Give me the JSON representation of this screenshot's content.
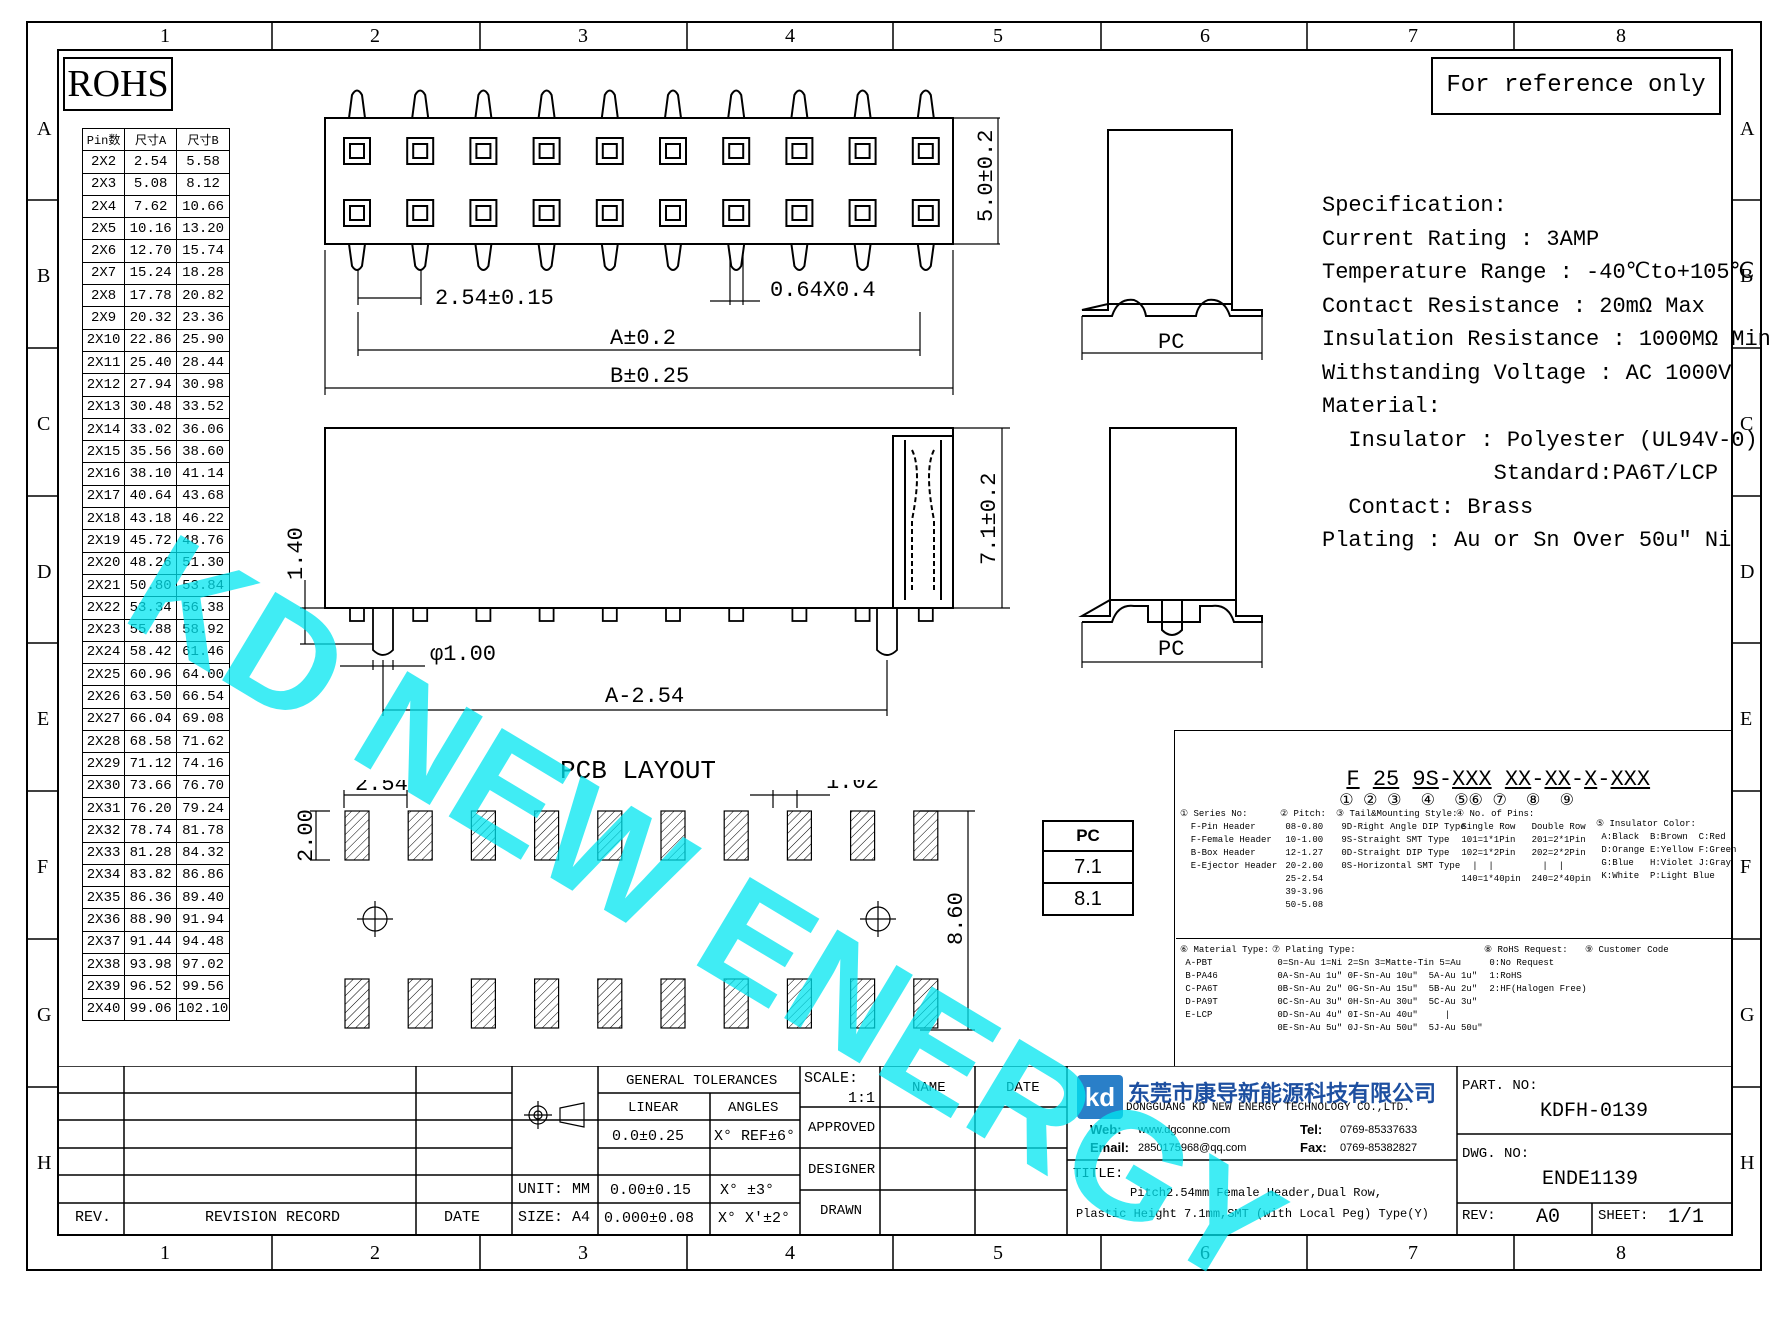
{
  "drawing": {
    "col_labels": [
      "1",
      "2",
      "3",
      "4",
      "5",
      "6",
      "7",
      "8"
    ],
    "row_labels": [
      "A",
      "B",
      "C",
      "D",
      "E",
      "F",
      "G",
      "H"
    ],
    "rohs": "ROHS",
    "reference": "For reference only",
    "watermark": "KD NEW ENERGY",
    "pcb_layout_title": "PCB LAYOUT",
    "dims": {
      "height_top": "5.0±0.2",
      "pitch": "2.54±0.15",
      "pin_size": "0.64X0.4",
      "a": "A±0.2",
      "b": "B±0.25",
      "height_side": "7.1±0.2",
      "peg_offset": "1.40",
      "peg_dia": "φ1.00",
      "a_minus": "A-2.54",
      "pcb_pitch": "2.54",
      "pad_w": "1.02",
      "pad_h": "2.00",
      "pcb_rows": "8.60",
      "pc_top": "PC",
      "pc_bottom": "PC"
    },
    "pc_table": [
      "PC",
      "7.1",
      "8.1"
    ]
  },
  "pin_table": {
    "headers": [
      "Pin数",
      "尺寸A",
      "尺寸B"
    ],
    "rows": [
      [
        "2X2",
        "2.54",
        "5.58"
      ],
      [
        "2X3",
        "5.08",
        "8.12"
      ],
      [
        "2X4",
        "7.62",
        "10.66"
      ],
      [
        "2X5",
        "10.16",
        "13.20"
      ],
      [
        "2X6",
        "12.70",
        "15.74"
      ],
      [
        "2X7",
        "15.24",
        "18.28"
      ],
      [
        "2X8",
        "17.78",
        "20.82"
      ],
      [
        "2X9",
        "20.32",
        "23.36"
      ],
      [
        "2X10",
        "22.86",
        "25.90"
      ],
      [
        "2X11",
        "25.40",
        "28.44"
      ],
      [
        "2X12",
        "27.94",
        "30.98"
      ],
      [
        "2X13",
        "30.48",
        "33.52"
      ],
      [
        "2X14",
        "33.02",
        "36.06"
      ],
      [
        "2X15",
        "35.56",
        "38.60"
      ],
      [
        "2X16",
        "38.10",
        "41.14"
      ],
      [
        "2X17",
        "40.64",
        "43.68"
      ],
      [
        "2X18",
        "43.18",
        "46.22"
      ],
      [
        "2X19",
        "45.72",
        "48.76"
      ],
      [
        "2X20",
        "48.26",
        "51.30"
      ],
      [
        "2X21",
        "50.80",
        "53.84"
      ],
      [
        "2X22",
        "53.34",
        "56.38"
      ],
      [
        "2X23",
        "55.88",
        "58.92"
      ],
      [
        "2X24",
        "58.42",
        "61.46"
      ],
      [
        "2X25",
        "60.96",
        "64.00"
      ],
      [
        "2X26",
        "63.50",
        "66.54"
      ],
      [
        "2X27",
        "66.04",
        "69.08"
      ],
      [
        "2X28",
        "68.58",
        "71.62"
      ],
      [
        "2X29",
        "71.12",
        "74.16"
      ],
      [
        "2X30",
        "73.66",
        "76.70"
      ],
      [
        "2X31",
        "76.20",
        "79.24"
      ],
      [
        "2X32",
        "78.74",
        "81.78"
      ],
      [
        "2X33",
        "81.28",
        "84.32"
      ],
      [
        "2X34",
        "83.82",
        "86.86"
      ],
      [
        "2X35",
        "86.36",
        "89.40"
      ],
      [
        "2X36",
        "88.90",
        "91.94"
      ],
      [
        "2X37",
        "91.44",
        "94.48"
      ],
      [
        "2X38",
        "93.98",
        "97.02"
      ],
      [
        "2X39",
        "96.52",
        "99.56"
      ],
      [
        "2X40",
        "99.06",
        "102.10"
      ]
    ]
  },
  "spec": {
    "lines": [
      "Specification:",
      "Current Rating : 3AMP",
      "Temperature Range : -40℃to+105℃",
      "Contact Resistance : 20mΩ Max",
      "Insulation Resistance : 1000MΩ Min",
      "Withstanding Voltage : AC 1000V",
      "Material:",
      "  Insulator : Polyester (UL94V-0)",
      "             Standard:PA6T/LCP",
      "  Contact: Brass",
      "Plating : Au or Sn Over 50u\" Ni"
    ]
  },
  "part_code": {
    "segments": [
      "F",
      "25",
      "9S",
      "XXX",
      "X",
      "X",
      "XX",
      "X",
      "XXX"
    ],
    "circles": [
      "①",
      "②",
      "③",
      "④",
      "⑤",
      "⑥",
      "⑦",
      "⑧",
      "⑨"
    ],
    "blocks": [
      "① Series No:\n  F-Pin Header\n  F-Female Header\n  B-Box Header\n  E-Ejector Header",
      "② Pitch:\n 08-0.80\n 10-1.00\n 12-1.27\n 20-2.00\n 25-2.54\n 39-3.96\n 50-5.08",
      "③ Tail&Mounting Style:\n 9D-Right Angle DIP Type\n 9S-Straight SMT Type\n 0D-Straight DIP Type\n 0S-Horizontal SMT Type",
      "④ No. of Pins:\n Single Row   Double Row\n 101=1*1Pin   201=2*1Pin\n 102=1*2Pin   202=2*2Pin\n   |  |         |  |\n 140=1*40pin  240=2*40pin",
      "⑤ Insulator Color:\n A:Black  B:Brown  C:Red\n D:Orange E:Yellow F:Green\n G:Blue   H:Violet J:Gray\n K:White  P:Light Blue",
      "⑥ Material Type:\n A-PBT\n B-PA46\n C-PA6T\n D-PA9T\n E-LCP",
      "⑦ Plating Type:\n 0=Sn-Au 1=Ni 2=Sn 3=Matte-Tin 5=Au\n 0A-Sn-Au 1u\" 0F-Sn-Au 10u\"  5A-Au 1u\"\n 0B-Sn-Au 2u\" 0G-Sn-Au 15u\"  5B-Au 2u\"\n 0C-Sn-Au 3u\" 0H-Sn-Au 30u\"  5C-Au 3u\"\n 0D-Sn-Au 4u\" 0I-Sn-Au 40u\"     |\n 0E-Sn-Au 5u\" 0J-Sn-Au 50u\"  5J-Au 50u\"",
      "⑧ RoHS Request:\n 0:No Request\n 1:RoHS\n 2:HF(Halogen Free)",
      "⑨ Customer Code"
    ]
  },
  "title_block": {
    "rev": "REV.",
    "revision_record": "REVISION RECORD",
    "date": "DATE",
    "general_tolerances": "GENERAL TOLERANCES",
    "linear": "LINEAR",
    "angles": "ANGLES",
    "tol_rows": [
      [
        "0.0±0.25",
        "X° REF±6°"
      ],
      [
        "0.00±0.15",
        "X° ±3°"
      ],
      [
        "0.000±0.08",
        "X° X'±2°"
      ]
    ],
    "unit": "UNIT: MM",
    "size": "SIZE: A4",
    "scale": "SCALE:",
    "scale_val": "1:1",
    "name": "NAME",
    "date2": "DATE",
    "approved": "APPROVED",
    "designer": "DESIGNER",
    "drawn": "DRAWN",
    "company_cn": "东莞市康导新能源科技有限公司",
    "company_en": "DONGGUANG KD NEW ENERGY TECHNOLOGY CO.,LTD.",
    "web_label": "Web:",
    "web": "www.dgconne.com",
    "email_label": "Email:",
    "email": "2850175968@qq.com",
    "tel_label": "Tel:",
    "tel": "0769-85337633",
    "fax_label": "Fax:",
    "fax": "0769-85382827",
    "title_label": "TITLE:",
    "title_line1": "Pitch2.54mm Female Header,Dual Row,",
    "title_line2": "Plastic Height 7.1mm,SMT (with Local Peg) Type(Y)",
    "part_no_label": "PART. NO:",
    "part_no": "KDFH-0139",
    "dwg_no_label": "DWG. NO:",
    "dwg_no": "ENDE1139",
    "rev_label": "REV:",
    "rev_val": "A0",
    "sheet_label": "SHEET:",
    "sheet_val": "1/1"
  }
}
